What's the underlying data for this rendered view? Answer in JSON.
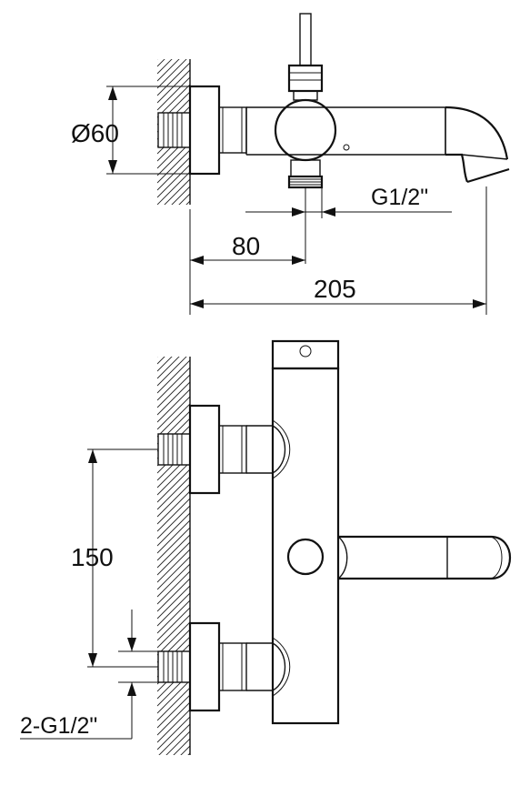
{
  "top_view": {
    "diameter_label": "Ø60",
    "thread_label": "G1/2\"",
    "offset_label": "80",
    "length_label": "205"
  },
  "front_view": {
    "spacing_label": "150",
    "inlet_label": "2-G1/2\""
  },
  "colors": {
    "ink": "#111111",
    "background": "#ffffff"
  }
}
